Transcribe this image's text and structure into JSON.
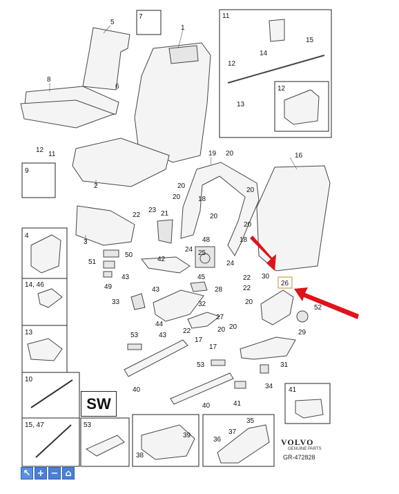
{
  "callouts": {
    "c1": "1",
    "c2": "2",
    "c3": "3",
    "c5": "5",
    "c6": "6",
    "c7": "7",
    "c8": "8",
    "c9": "9",
    "c11": "11",
    "c11b": "11",
    "c12": "12",
    "c12b": "12",
    "c12c": "12",
    "c13": "13",
    "c14": "14",
    "c15": "15",
    "c16": "16",
    "c17a": "17",
    "c17b": "17",
    "c18a": "18",
    "c18b": "18",
    "c19": "19",
    "c20a": "20",
    "c20b": "20",
    "c20c": "20",
    "c20d": "20",
    "c20e": "20",
    "c20f": "20",
    "c20g": "20",
    "c20h": "20",
    "c20i": "20",
    "c21": "21",
    "c22a": "22",
    "c22b": "22",
    "c22c": "22",
    "c22d": "22",
    "c23": "23",
    "c24a": "24",
    "c24b": "24",
    "c25": "25",
    "c26": "26",
    "c27": "27",
    "c28": "28",
    "c29": "29",
    "c30": "30",
    "c31": "31",
    "c32": "32",
    "c33": "33",
    "c34": "34",
    "c35": "35",
    "c36": "36",
    "c37": "37",
    "c38": "38",
    "c39": "39",
    "c40a": "40",
    "c40b": "40",
    "c41": "41",
    "c42": "42",
    "c43a": "43",
    "c43b": "43",
    "c43c": "43",
    "c44": "44",
    "c45": "45",
    "c48": "48",
    "c49": "49",
    "c50": "50",
    "c51": "51",
    "c52": "52",
    "c53a": "53",
    "c53b": "53",
    "box4": "4",
    "box1446": "14, 46",
    "box13": "13",
    "box10": "10",
    "box1547": "15, 47",
    "box53": "53",
    "box41": "41"
  },
  "sw_label": "SW",
  "brand": {
    "name": "VOLVO",
    "sub": "GENUINE PARTS",
    "ref": "GR-472828"
  },
  "toolbar": {
    "select": "↖",
    "zoom_in": "+",
    "zoom_out": "−",
    "home": "⌂"
  },
  "colors": {
    "arrow": "#e0121a",
    "highlight": "#c8a24a"
  }
}
